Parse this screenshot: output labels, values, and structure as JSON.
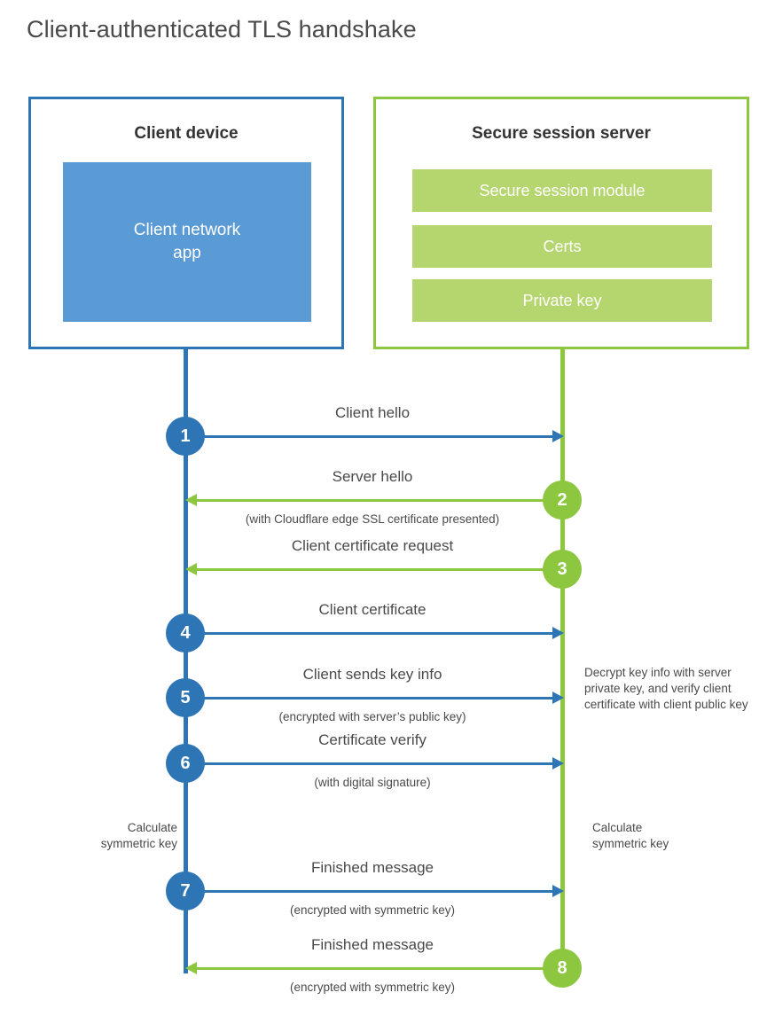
{
  "title": "Client-authenticated TLS handshake",
  "colors": {
    "client_blue": "#2e75b6",
    "client_app_fill": "#5b9bd5",
    "server_green": "#8dc63f",
    "server_bar_fill": "#b5d66e",
    "text": "#4a4a4a"
  },
  "client": {
    "title": "Client device",
    "app_label": "Client network\napp",
    "app_label_line1": "Client network",
    "app_label_line2": "app",
    "calculate_note": "Calculate\nsymmetric key"
  },
  "server": {
    "title": "Secure session server",
    "bars": [
      "Secure session module",
      "Certs",
      "Private key"
    ],
    "decrypt_note": "Decrypt key info with server private key, and verify client certificate with client public key",
    "calculate_note": "Calculate\nsymmetric key"
  },
  "steps": [
    {
      "number": "1",
      "label": "Client hello",
      "sublabel": "",
      "direction": "client-to-server",
      "color": "blue",
      "badge_side": "left"
    },
    {
      "number": "2",
      "label": "Server hello",
      "sublabel": "(with Cloudflare edge SSL certificate presented)",
      "direction": "server-to-client",
      "color": "green",
      "badge_side": "right"
    },
    {
      "number": "3",
      "label": "Client certificate request",
      "sublabel": "",
      "direction": "server-to-client",
      "color": "green",
      "badge_side": "right"
    },
    {
      "number": "4",
      "label": "Client certificate",
      "sublabel": "",
      "direction": "client-to-server",
      "color": "blue",
      "badge_side": "left"
    },
    {
      "number": "5",
      "label": "Client sends key info",
      "sublabel": "(encrypted with server’s public key)",
      "direction": "client-to-server",
      "color": "blue",
      "badge_side": "left"
    },
    {
      "number": "6",
      "label": "Certificate verify",
      "sublabel": "(with digital signature)",
      "direction": "client-to-server",
      "color": "blue",
      "badge_side": "left"
    },
    {
      "number": "7",
      "label": "Finished message",
      "sublabel": "(encrypted with symmetric key)",
      "direction": "client-to-server",
      "color": "blue",
      "badge_side": "left"
    },
    {
      "number": "8",
      "label": "Finished message",
      "sublabel": "(encrypted with symmetric key)",
      "direction": "server-to-client",
      "color": "green",
      "badge_side": "right"
    }
  ]
}
